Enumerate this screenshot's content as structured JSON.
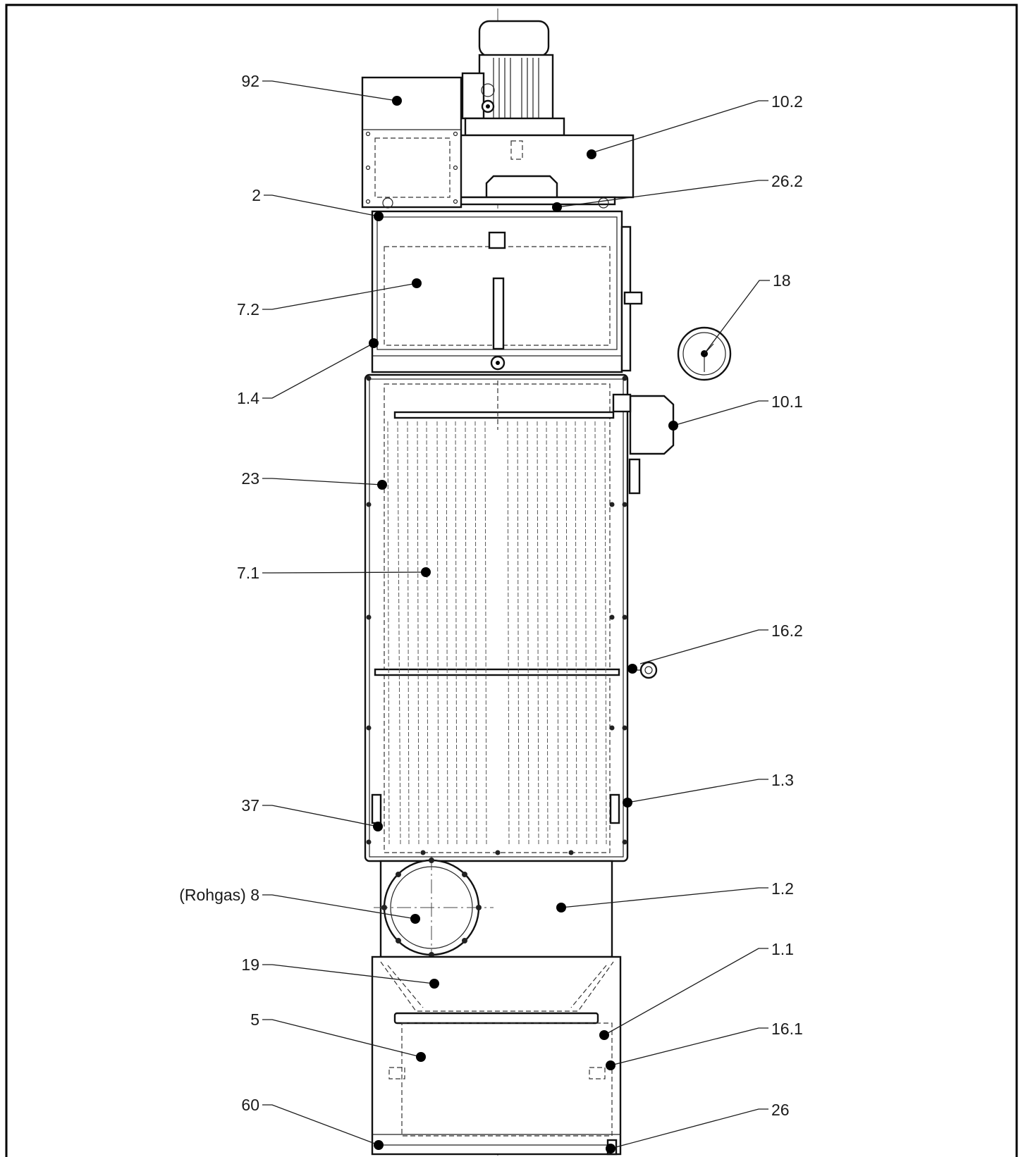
{
  "labels": [
    {
      "id": "92",
      "text": "92"
    },
    {
      "id": "10-2",
      "text": "10.2"
    },
    {
      "id": "2",
      "text": "2"
    },
    {
      "id": "26-2",
      "text": "26.2"
    },
    {
      "id": "18",
      "text": "18"
    },
    {
      "id": "7-2",
      "text": "7.2"
    },
    {
      "id": "1-4",
      "text": "1.4"
    },
    {
      "id": "10-1",
      "text": "10.1"
    },
    {
      "id": "23",
      "text": "23"
    },
    {
      "id": "7-1",
      "text": "7.1"
    },
    {
      "id": "16-2",
      "text": "16.2"
    },
    {
      "id": "1-3",
      "text": "1.3"
    },
    {
      "id": "37",
      "text": "37"
    },
    {
      "id": "8",
      "text": "(Rohgas) 8"
    },
    {
      "id": "1-2",
      "text": "1.2"
    },
    {
      "id": "19",
      "text": "19"
    },
    {
      "id": "1-1",
      "text": "1.1"
    },
    {
      "id": "5",
      "text": "5"
    },
    {
      "id": "16-1",
      "text": "16.1"
    },
    {
      "id": "60",
      "text": "60"
    },
    {
      "id": "26",
      "text": "26"
    }
  ]
}
